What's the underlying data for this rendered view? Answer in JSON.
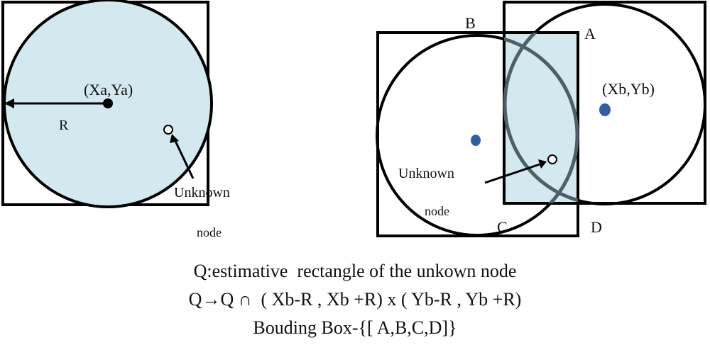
{
  "left_figure": {
    "center_label": "(Xa,Ya)",
    "radius_label": "R",
    "unknown_label_line1": "Unknown",
    "unknown_label_line2": "node"
  },
  "right_figure": {
    "corner_a": "A",
    "corner_b": "B",
    "corner_c": "C",
    "corner_d": "D",
    "center_label": "(Xb,Yb)",
    "unknown_label_line1": "Unknown",
    "unknown_label_line2": "node"
  },
  "caption": {
    "line1": "Q:estimative  rectangle of the unkown node",
    "line2": "Q→Q ∩  ( Xb-R , Xb +R) x ( Yb-R , Yb +R)",
    "line3": "Bouding Box-{[ A,B,C,D]}"
  },
  "colors": {
    "fill": "#d4e8f0",
    "stroke": "#000000",
    "node_dot": "#2e5e9e",
    "overlap_arc": "#4f5f66"
  }
}
